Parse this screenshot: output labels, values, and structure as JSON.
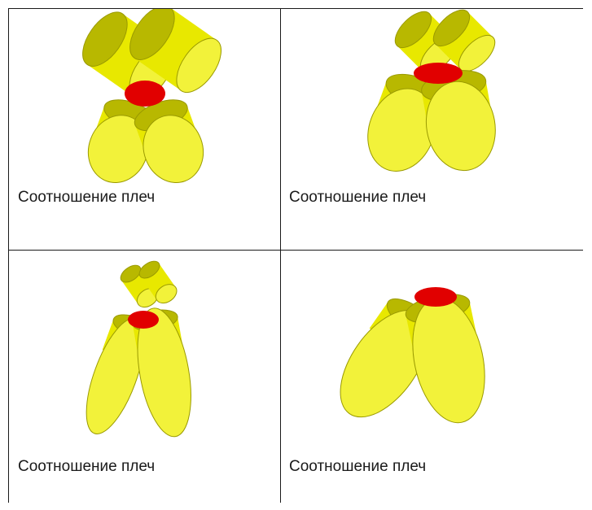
{
  "colors": {
    "lobe_fill": "#e8e800",
    "lobe_face": "#f2f23a",
    "lobe_shadow": "#b8b800",
    "lobe_stroke": "#9a9a00",
    "center": "#e10000",
    "border": "#1a1a1a"
  },
  "cells": [
    {
      "caption": "Соотношение плеч"
    },
    {
      "caption": "Соотношение плеч"
    },
    {
      "caption": "Соотношение плеч"
    },
    {
      "caption": "Соотношение плеч"
    }
  ]
}
